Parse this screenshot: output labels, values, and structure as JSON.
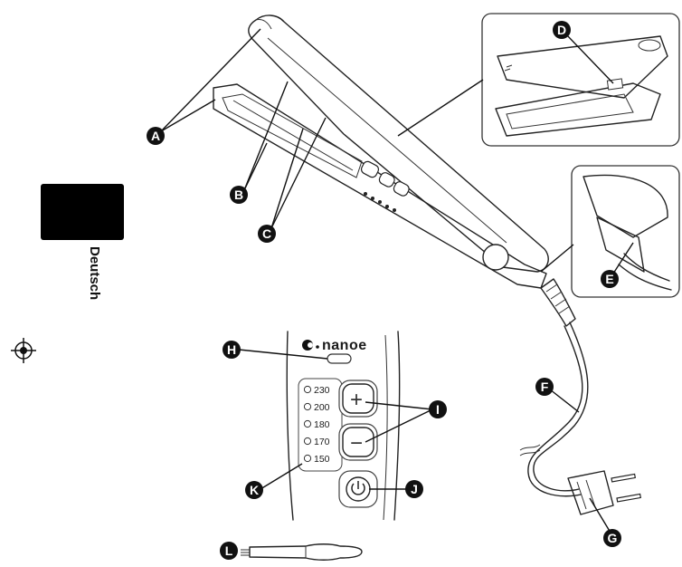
{
  "language_tab": {
    "label": "Deutsch",
    "color": "#000000"
  },
  "callouts": [
    {
      "id": "A",
      "label": "A"
    },
    {
      "id": "B",
      "label": "B"
    },
    {
      "id": "C",
      "label": "C"
    },
    {
      "id": "D",
      "label": "D"
    },
    {
      "id": "E",
      "label": "E"
    },
    {
      "id": "F",
      "label": "F"
    },
    {
      "id": "G",
      "label": "G"
    },
    {
      "id": "H",
      "label": "H"
    },
    {
      "id": "I",
      "label": "I"
    },
    {
      "id": "J",
      "label": "J"
    },
    {
      "id": "K",
      "label": "K"
    },
    {
      "id": "L",
      "label": "L"
    }
  ],
  "control_panel": {
    "brand": "nanoe",
    "temperatures": [
      "230",
      "200",
      "180",
      "170",
      "150"
    ],
    "plus_label": "+",
    "minus_label": "−"
  },
  "icons": {
    "registration_mark": "crosshair-registration-icon",
    "power": "power-icon"
  }
}
